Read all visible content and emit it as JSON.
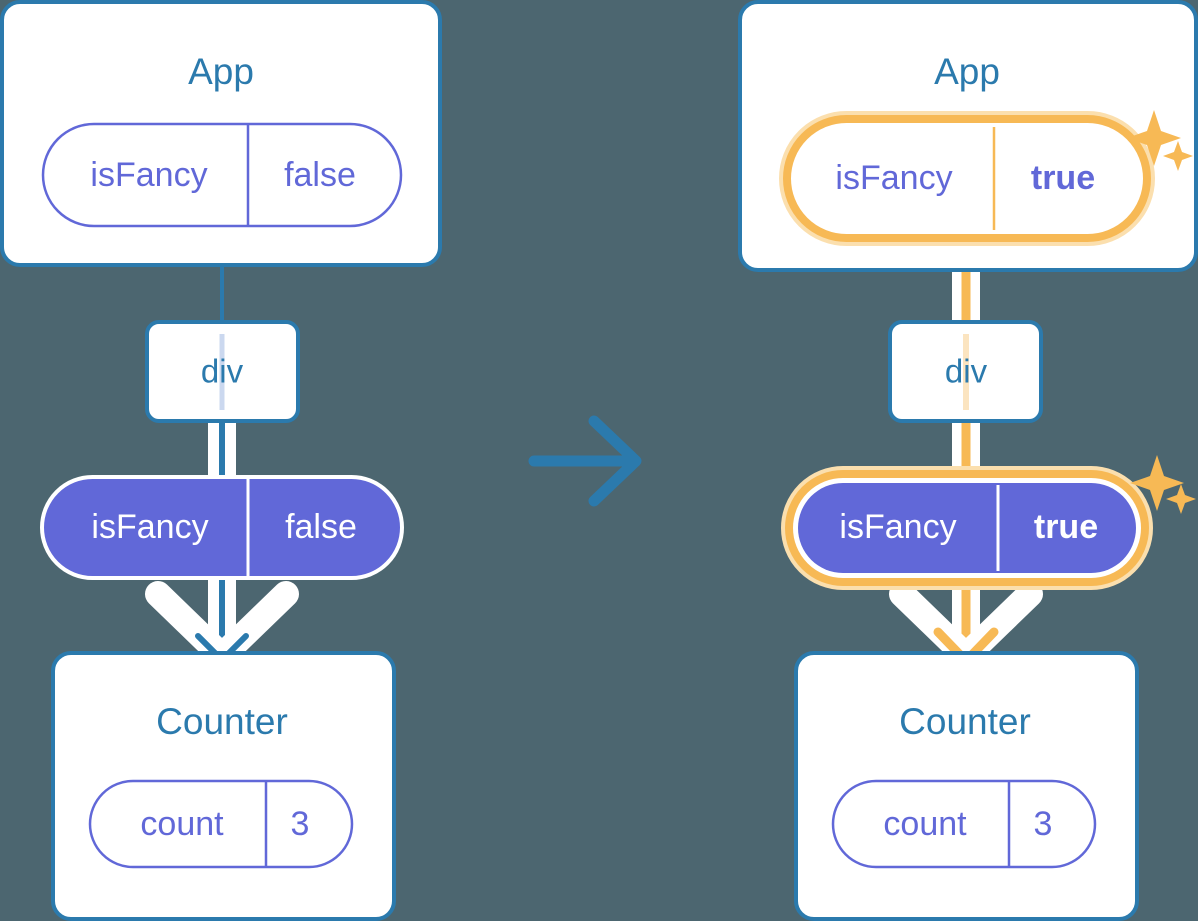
{
  "meta": {
    "title": "React state propagation diagram",
    "background_color": "#4c6670",
    "accent_blue": "#2b7aad",
    "accent_purple": "#6168d8",
    "accent_orange": "#f6b košice"
  },
  "colors": {
    "background": "#4c6670",
    "box_border": "#2b7aad",
    "box_fill": "#ffffff",
    "title_text": "#2b7aad",
    "pill_stroke": "#6168d8",
    "pill_text": "#6168d8",
    "pill_filled": "#6168d8",
    "pill_filled_text": "#ffffff",
    "highlight_orange": "#f7b955",
    "highlight_orange_soft": "#fbdfae",
    "connector_blue": "#2b7aad",
    "connector_light": "#cbd8ef",
    "arrow_white": "#ffffff"
  },
  "panels": [
    {
      "id": "before",
      "app": {
        "title": "App",
        "pill": {
          "name": "isFancy",
          "value": "false",
          "style": "outline",
          "highlighted": false,
          "bold_value": false
        }
      },
      "div": {
        "label": "div"
      },
      "prop_pill": {
        "name": "isFancy",
        "value": "false",
        "style": "filled",
        "highlighted": false,
        "bold_value": false
      },
      "counter": {
        "title": "Counter",
        "pill": {
          "name": "count",
          "value": "3",
          "style": "outline",
          "highlighted": false,
          "bold_value": false
        }
      },
      "connector_color": "#2b7aad",
      "sparkles": false
    },
    {
      "id": "after",
      "app": {
        "title": "App",
        "pill": {
          "name": "isFancy",
          "value": "true",
          "style": "outline",
          "highlighted": true,
          "bold_value": true
        }
      },
      "div": {
        "label": "div"
      },
      "prop_pill": {
        "name": "isFancy",
        "value": "true",
        "style": "filled",
        "highlighted": true,
        "bold_value": true
      },
      "counter": {
        "title": "Counter",
        "pill": {
          "name": "count",
          "value": "3",
          "style": "outline",
          "highlighted": false,
          "bold_value": false
        }
      },
      "connector_color": "#f7b955",
      "sparkles": true
    }
  ],
  "transition_arrow": {
    "icon": "arrow-right-icon",
    "color": "#2b7aad"
  },
  "sparkle_icons": {
    "large": "sparkle-icon",
    "small": "sparkle-small-icon"
  }
}
